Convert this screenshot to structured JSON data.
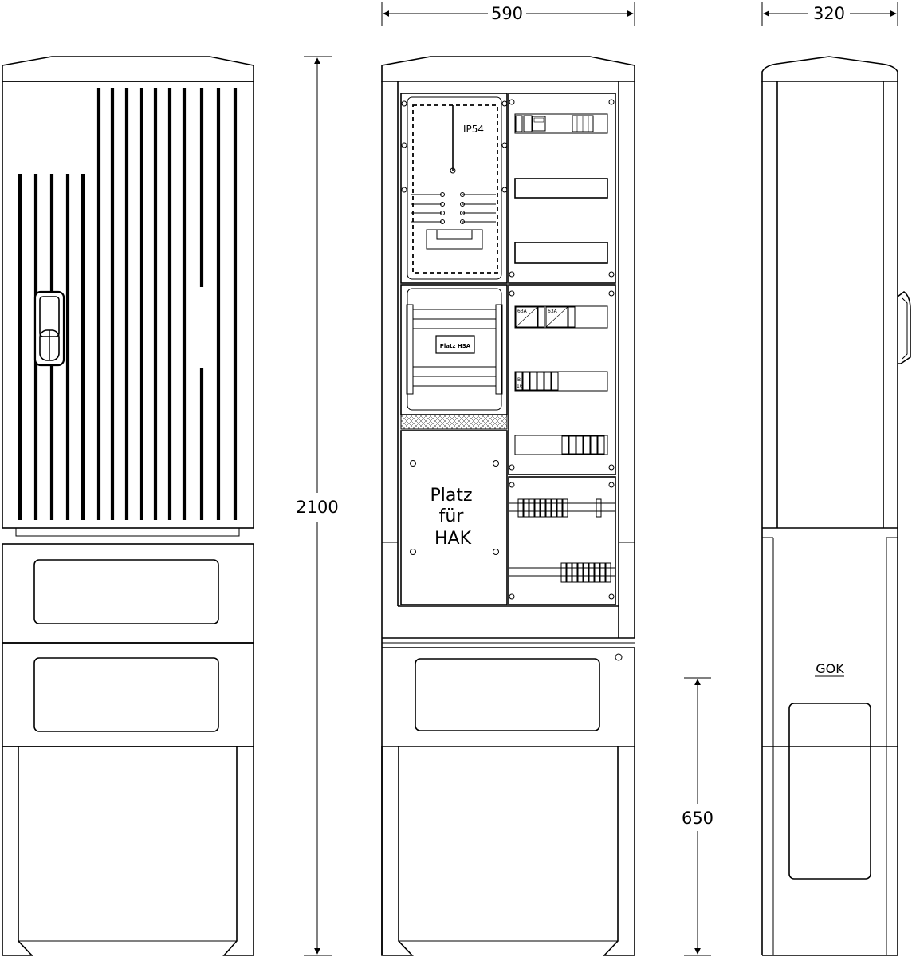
{
  "dimensions": {
    "width_front": "590",
    "width_side": "320",
    "height_total": "2100",
    "height_base": "650"
  },
  "labels": {
    "meter_protection": "IP54",
    "hsa_place": "Platz HSA",
    "hak_line1": "Platz",
    "hak_line2": "für",
    "hak_line3": "HAK",
    "ground_level": "GOK",
    "breaker_63a_1": "63A",
    "breaker_63a_2": "63A",
    "mcb_b": "B",
    "mcb_16": "16"
  }
}
